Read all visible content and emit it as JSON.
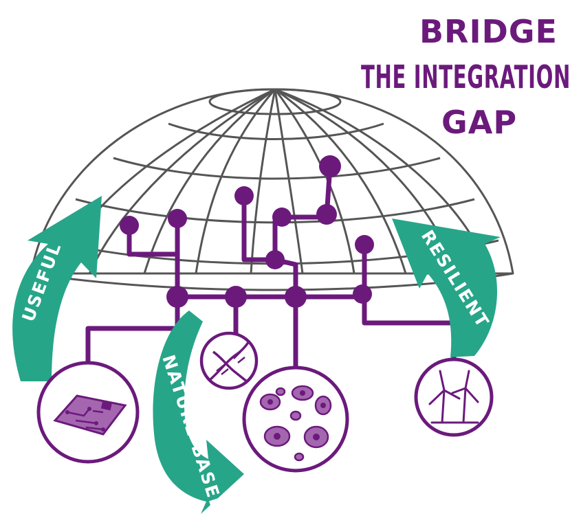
{
  "title": {
    "line1": "BRIDGE",
    "line2": "THE INTEGRATION",
    "line3": "GAP"
  },
  "arrows": {
    "useful": "USEFUL",
    "nature_based": "NATURE-BASED",
    "resilient": "RESILIENT"
  },
  "icons": [
    "circuit-board-icon",
    "dna-helix-icon",
    "cells-icon",
    "wind-turbines-icon"
  ],
  "colors": {
    "purple": "#6b1a7c",
    "teal": "#27a589",
    "grid": "#555555"
  }
}
